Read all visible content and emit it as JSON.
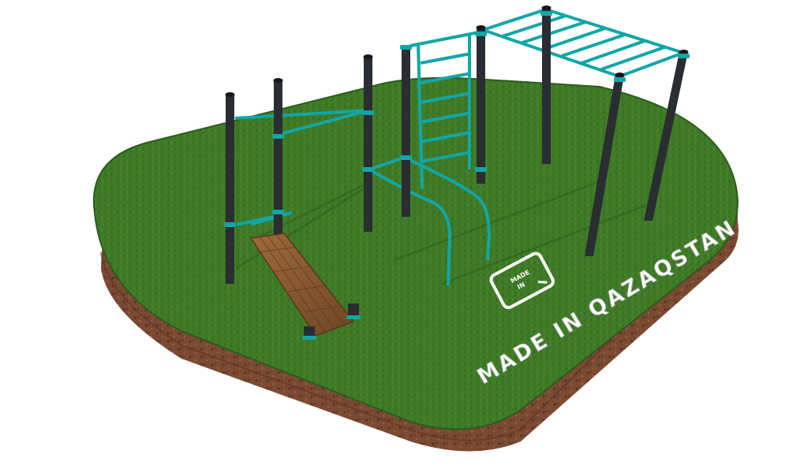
{
  "scene": {
    "wordmark": "MADE IN QAZAQSTAN",
    "logo_text_line1": "MADE",
    "logo_text_line2": "IN"
  },
  "colors": {
    "grass": "#3f7a27",
    "grass_dark": "#2c5c1b",
    "soil": "#7a4a33",
    "soil_dark": "#5c3424",
    "post": "#2a2d31",
    "bar": "#13a6a6",
    "bench": "#8b5a32",
    "background": "#ffffff"
  }
}
